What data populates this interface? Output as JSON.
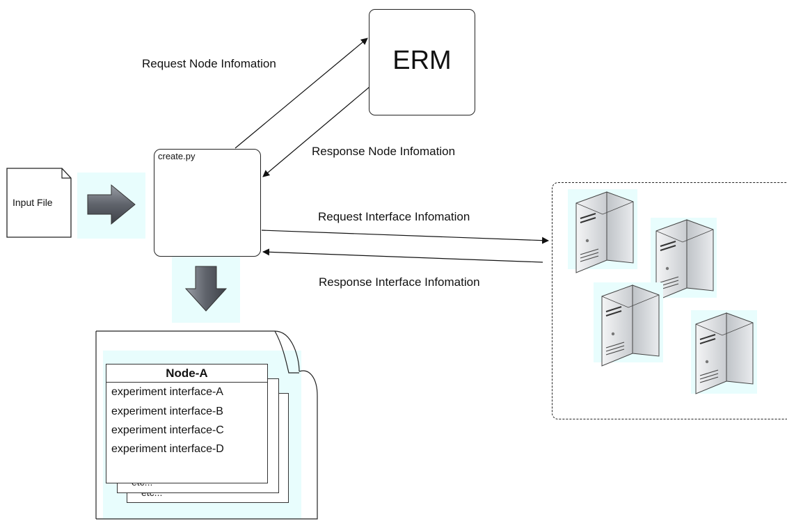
{
  "erm": {
    "label": "ERM"
  },
  "create": {
    "label": "create.py"
  },
  "input_file": {
    "label": "Input File"
  },
  "arrows": {
    "request_node": "Request Node Infomation",
    "response_node": "Response Node Infomation",
    "request_interface": "Request Interface Infomation",
    "response_interface": "Response Interface Infomation"
  },
  "output": {
    "header": "Node-A",
    "rows": [
      "experiment interface-A",
      "experiment interface-B",
      "experiment interface-C",
      "experiment interface-D"
    ],
    "etc1": "etc...",
    "etc2": "etc..."
  },
  "icons": [
    "document-icon",
    "right-arrow-icon",
    "down-arrow-icon",
    "server-icon"
  ],
  "colors": {
    "highlight": "#e8fdfd",
    "arrow_gray": "#5a5e66"
  }
}
